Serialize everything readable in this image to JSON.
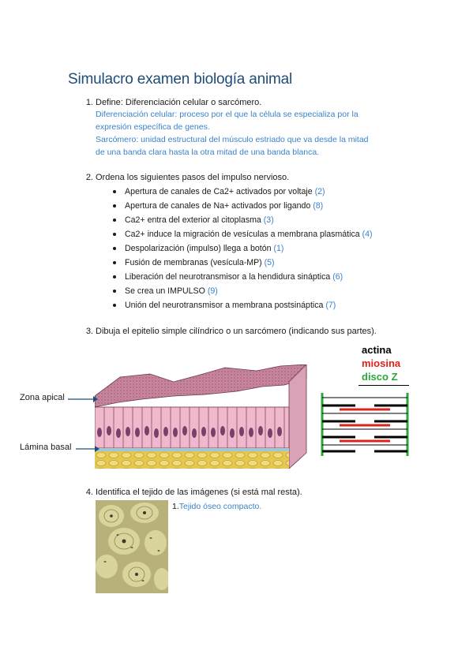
{
  "document": {
    "title": "Simulacro examen biología animal"
  },
  "questions": [
    {
      "number": "1.",
      "text": "Define: Diferenciación celular o sarcómero.",
      "answer_lines": [
        "Diferenciación celular: proceso por el que la célula se especializa por la",
        "expresión específica de genes.",
        "Sarcómero: unidad estructural del músculo estriado que va desde la mitad",
        "de una banda clara hasta la otra mitad de una banda blanca."
      ]
    },
    {
      "number": "2.",
      "text": "Ordena los siguientes pasos del impulso nervioso.",
      "steps": [
        {
          "text": "Apertura de canales de Ca2+ activados por voltaje",
          "order": "(2)"
        },
        {
          "text": "Apertura de canales de Na+ activados por ligando",
          "order": "(8)"
        },
        {
          "text": "Ca2+ entra del exterior al citoplasma",
          "order": "(3)"
        },
        {
          "text": "Ca2+ induce la migración de vesículas a membrana plasmática",
          "order": "(4)"
        },
        {
          "text": "Despolarización (impulso) llega a botón",
          "order": "(1)"
        },
        {
          "text": "Fusión de membranas (vesícula-MP)",
          "order": "(5)"
        },
        {
          "text": "Liberación del neurotransmisor a la hendidura sináptica",
          "order": "(6)"
        },
        {
          "text": "Se crea un IMPULSO",
          "order": "(9)"
        },
        {
          "text": "Unión del neurotransmisor a membrana postsináptica",
          "order": "(7)"
        }
      ]
    },
    {
      "number": "3.",
      "text": "Dibuja el epitelio simple cilíndrico o un sarcómero (indicando sus partes).",
      "epithelium_labels": {
        "apical": "Zona apical",
        "basal": "Lámina basal"
      },
      "legend": {
        "actin": "actina",
        "myosin": "miosina",
        "zdisc": "disco Z"
      }
    },
    {
      "number": "4.",
      "text": "Identifica el tejido de las imágenes (si está mal resta).",
      "image_answer_number": "1.",
      "image_answer": "Tejido óseo compacto."
    }
  ],
  "colors": {
    "title": "#1f4d78",
    "answer": "#3a82c9",
    "actin": "#000000",
    "myosin": "#e0201b",
    "zdisc": "#2aa63a"
  }
}
